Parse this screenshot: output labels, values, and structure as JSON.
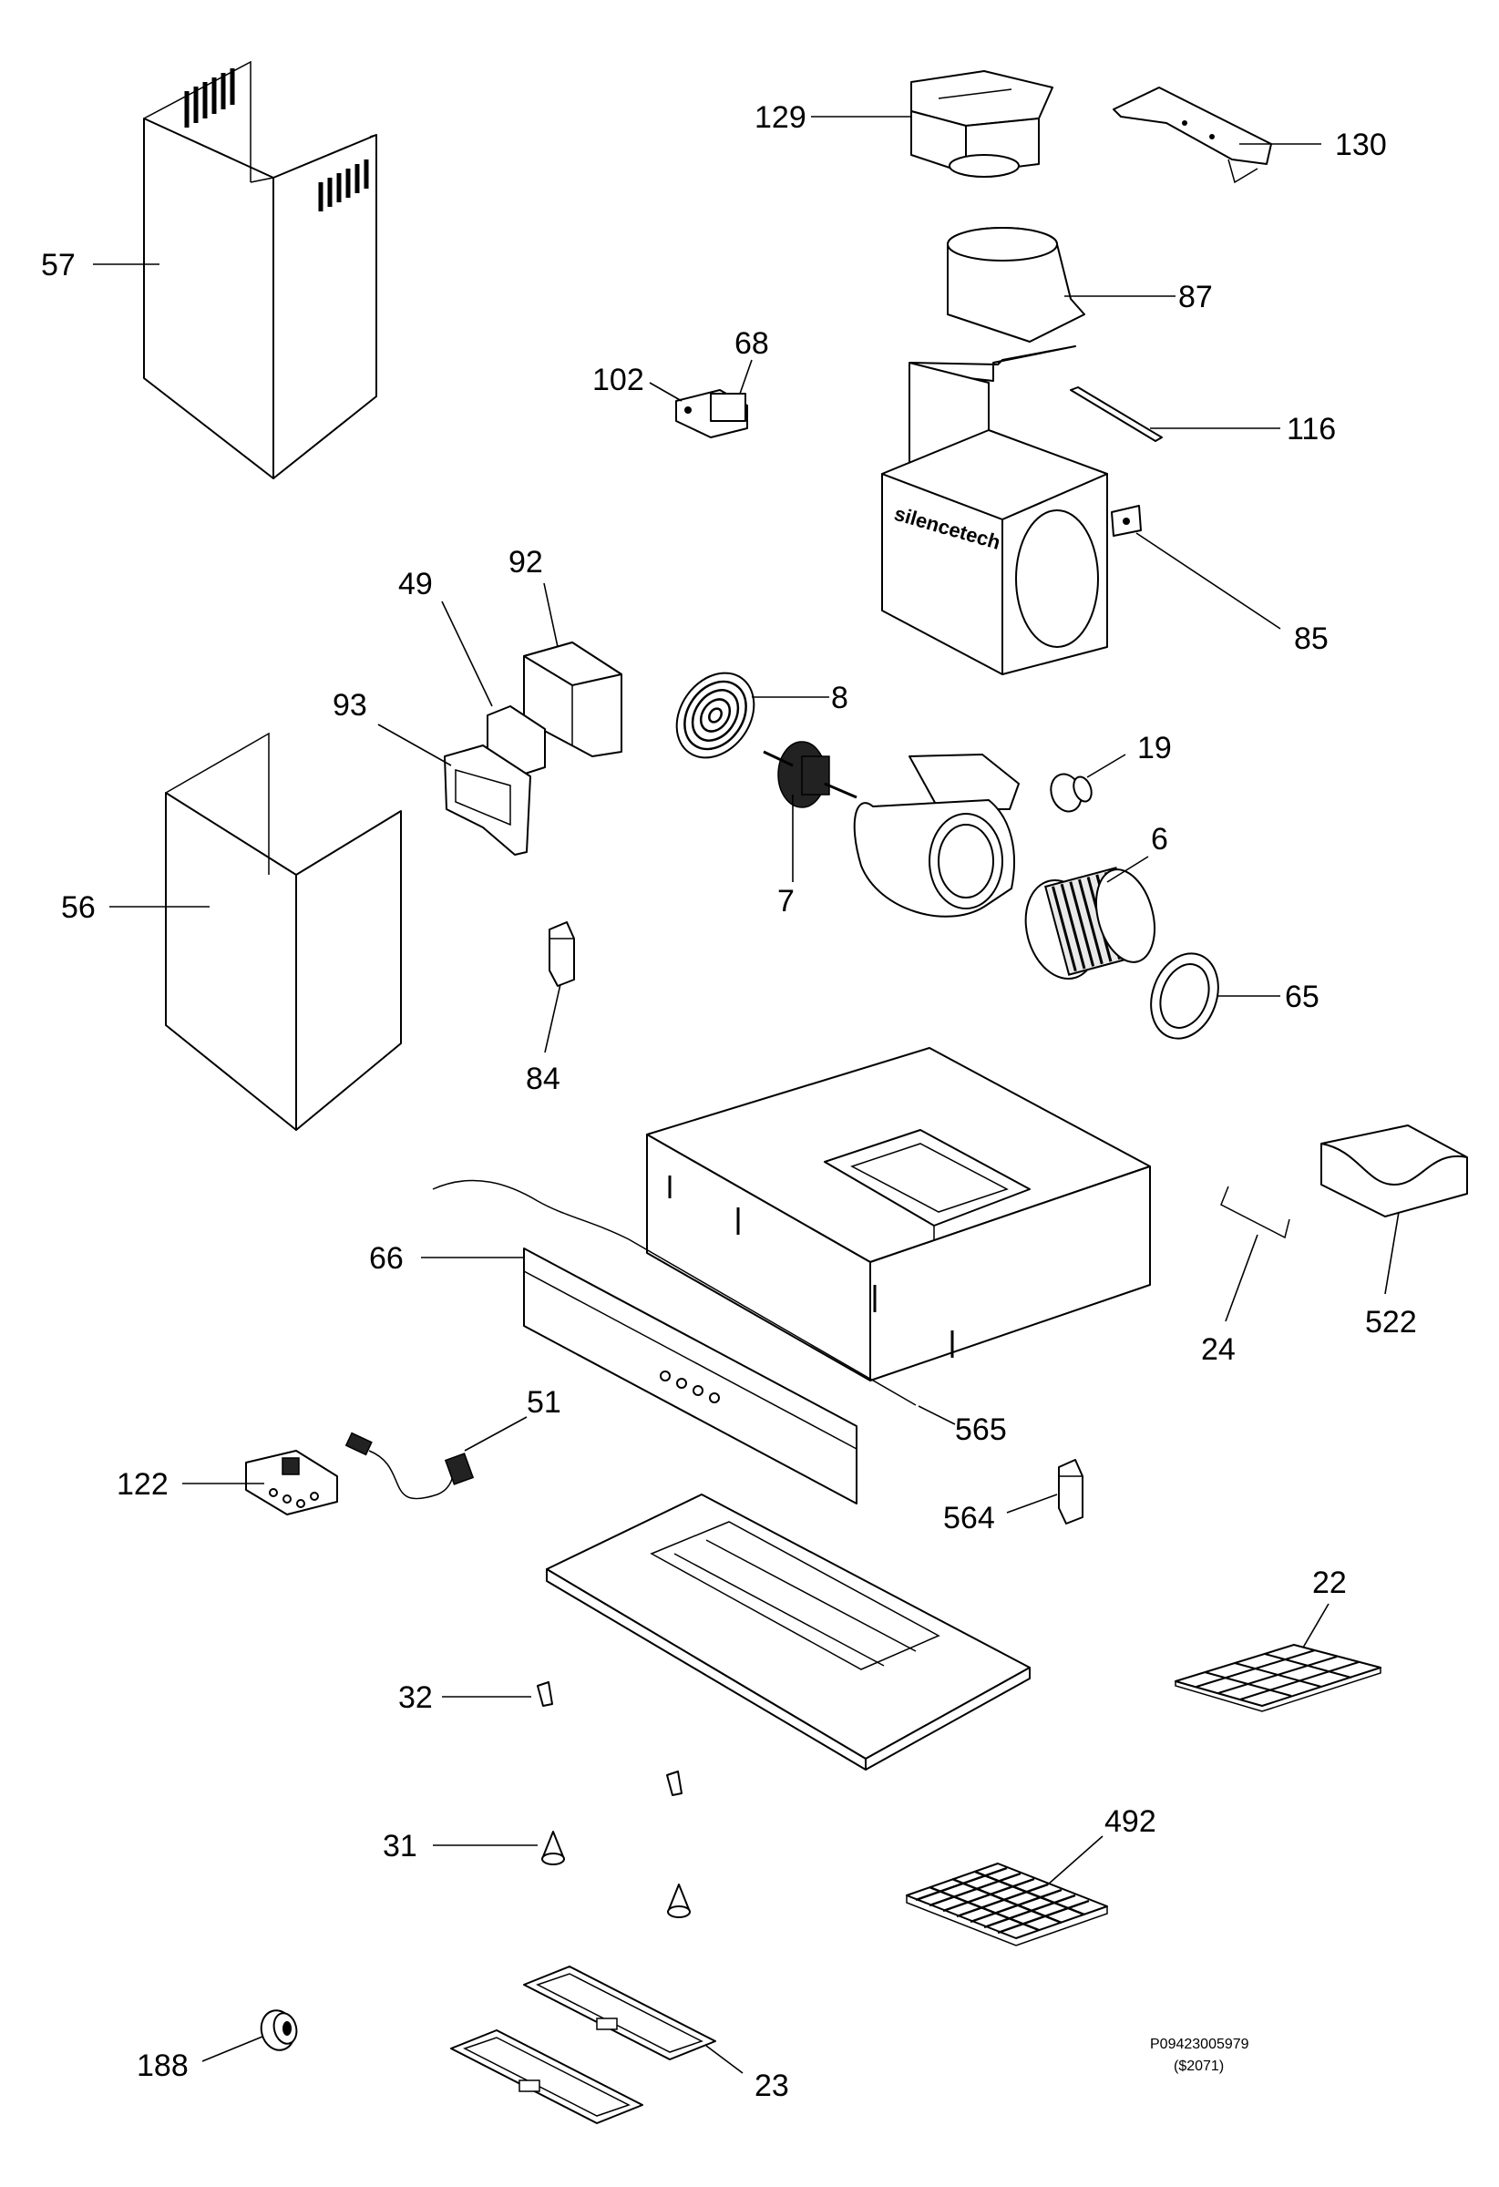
{
  "labels": {
    "l57": "57",
    "l129": "129",
    "l130": "130",
    "l87": "87",
    "l68": "68",
    "l102": "102",
    "l116": "116",
    "l85": "85",
    "l49": "49",
    "l92": "92",
    "l93": "93",
    "l8": "8",
    "l19": "19",
    "l7": "7",
    "l6": "6",
    "l56": "56",
    "l65": "65",
    "l84": "84",
    "l66": "66",
    "l24": "24",
    "l522": "522",
    "l51": "51",
    "l565": "565",
    "l122": "122",
    "l564": "564",
    "l22": "22",
    "l32": "32",
    "l31": "31",
    "l492": "492",
    "l188": "188",
    "l23": "23"
  },
  "footer": {
    "code": "P09423005979",
    "price": "($2071)"
  },
  "logo": "silencetech"
}
